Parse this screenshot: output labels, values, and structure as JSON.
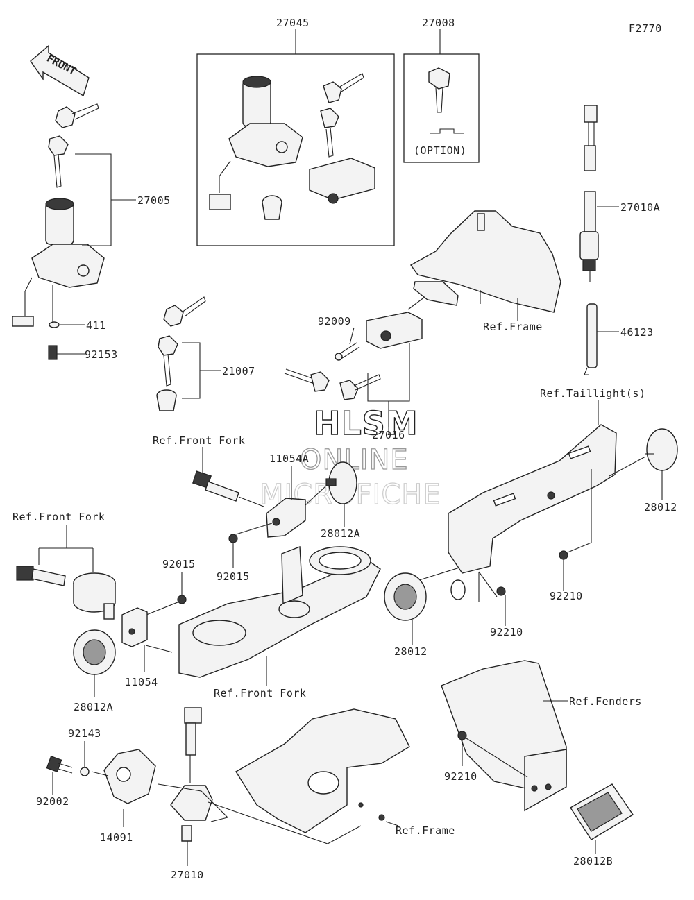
{
  "diagram_id": "F2770",
  "front_label": "FRONT",
  "option_label": "(OPTION)",
  "watermark": {
    "line1": "HLSM",
    "line2": "ONLINE",
    "line3": "MICROFICHE"
  },
  "labels": [
    {
      "id": "27045",
      "text": "27045"
    },
    {
      "id": "27008",
      "text": "27008"
    },
    {
      "id": "27005",
      "text": "27005"
    },
    {
      "id": "411",
      "text": "411"
    },
    {
      "id": "92153",
      "text": "92153"
    },
    {
      "id": "21007",
      "text": "21007"
    },
    {
      "id": "27010A",
      "text": "27010A"
    },
    {
      "id": "46123",
      "text": "46123"
    },
    {
      "id": "ref-frame-1",
      "text": "Ref.Frame"
    },
    {
      "id": "92009",
      "text": "92009"
    },
    {
      "id": "27016",
      "text": "27016"
    },
    {
      "id": "ref-taillights",
      "text": "Ref.Taillight(s)"
    },
    {
      "id": "ref-front-fork-1",
      "text": "Ref.Front Fork"
    },
    {
      "id": "11054A",
      "text": "11054A"
    },
    {
      "id": "28012A-1",
      "text": "28012A"
    },
    {
      "id": "92015-1",
      "text": "92015"
    },
    {
      "id": "ref-front-fork-2",
      "text": "Ref.Front Fork"
    },
    {
      "id": "92015-2",
      "text": "92015"
    },
    {
      "id": "28012-1",
      "text": "28012"
    },
    {
      "id": "92210-1",
      "text": "92210"
    },
    {
      "id": "28012-2",
      "text": "28012"
    },
    {
      "id": "92210-2",
      "text": "92210"
    },
    {
      "id": "11054",
      "text": "11054"
    },
    {
      "id": "28012A-2",
      "text": "28012A"
    },
    {
      "id": "ref-front-fork-3",
      "text": "Ref.Front Fork"
    },
    {
      "id": "ref-fenders",
      "text": "Ref.Fenders"
    },
    {
      "id": "92143",
      "text": "92143"
    },
    {
      "id": "92002",
      "text": "92002"
    },
    {
      "id": "14091",
      "text": "14091"
    },
    {
      "id": "92210-3",
      "text": "92210"
    },
    {
      "id": "ref-frame-2",
      "text": "Ref.Frame"
    },
    {
      "id": "27010",
      "text": "27010"
    },
    {
      "id": "28012B",
      "text": "28012B"
    }
  ]
}
